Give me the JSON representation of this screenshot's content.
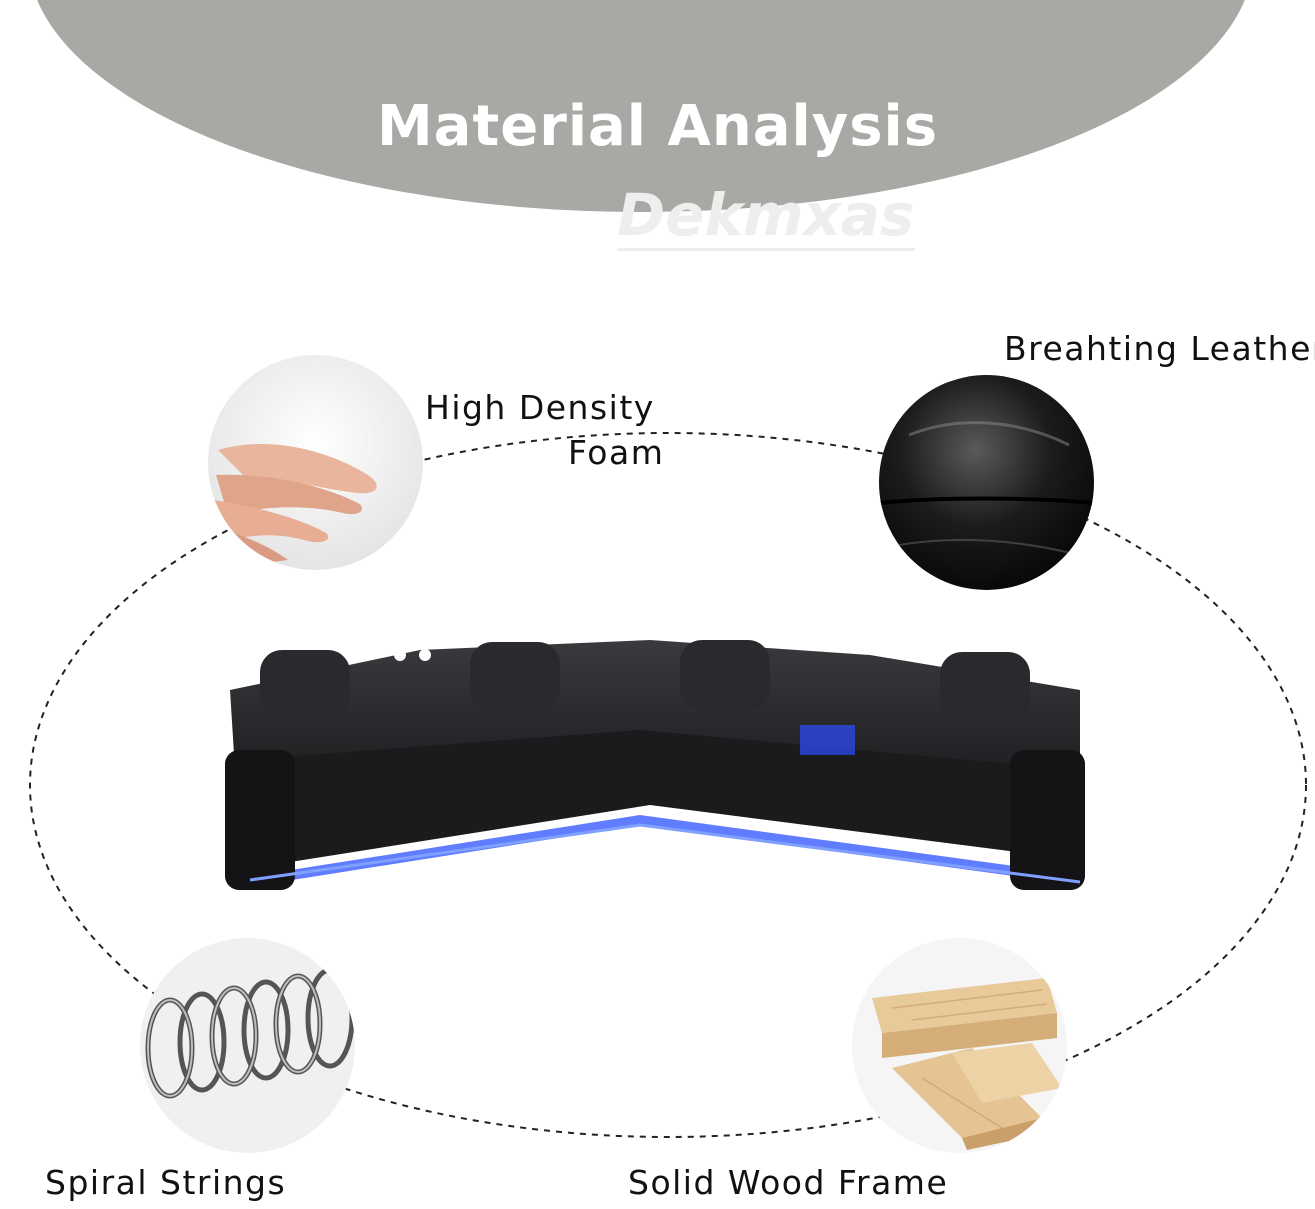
{
  "header": {
    "title": "Material Analysis",
    "watermark": "Dekmxas"
  },
  "features": {
    "foam_line1": "High Density",
    "foam_line2": "Foam",
    "leather": "Breahting Leather",
    "springs": "Spiral Strings",
    "wood": "Solid Wood Frame"
  },
  "colors": {
    "header": "#a8a8a5",
    "title_text": "#ffffff",
    "label_text": "#111111",
    "led": "#3a5cff"
  },
  "icons": [
    "foam-hand-icon",
    "leather-swatch-icon",
    "spiral-spring-icon",
    "wood-planks-icon",
    "sofa-image"
  ]
}
